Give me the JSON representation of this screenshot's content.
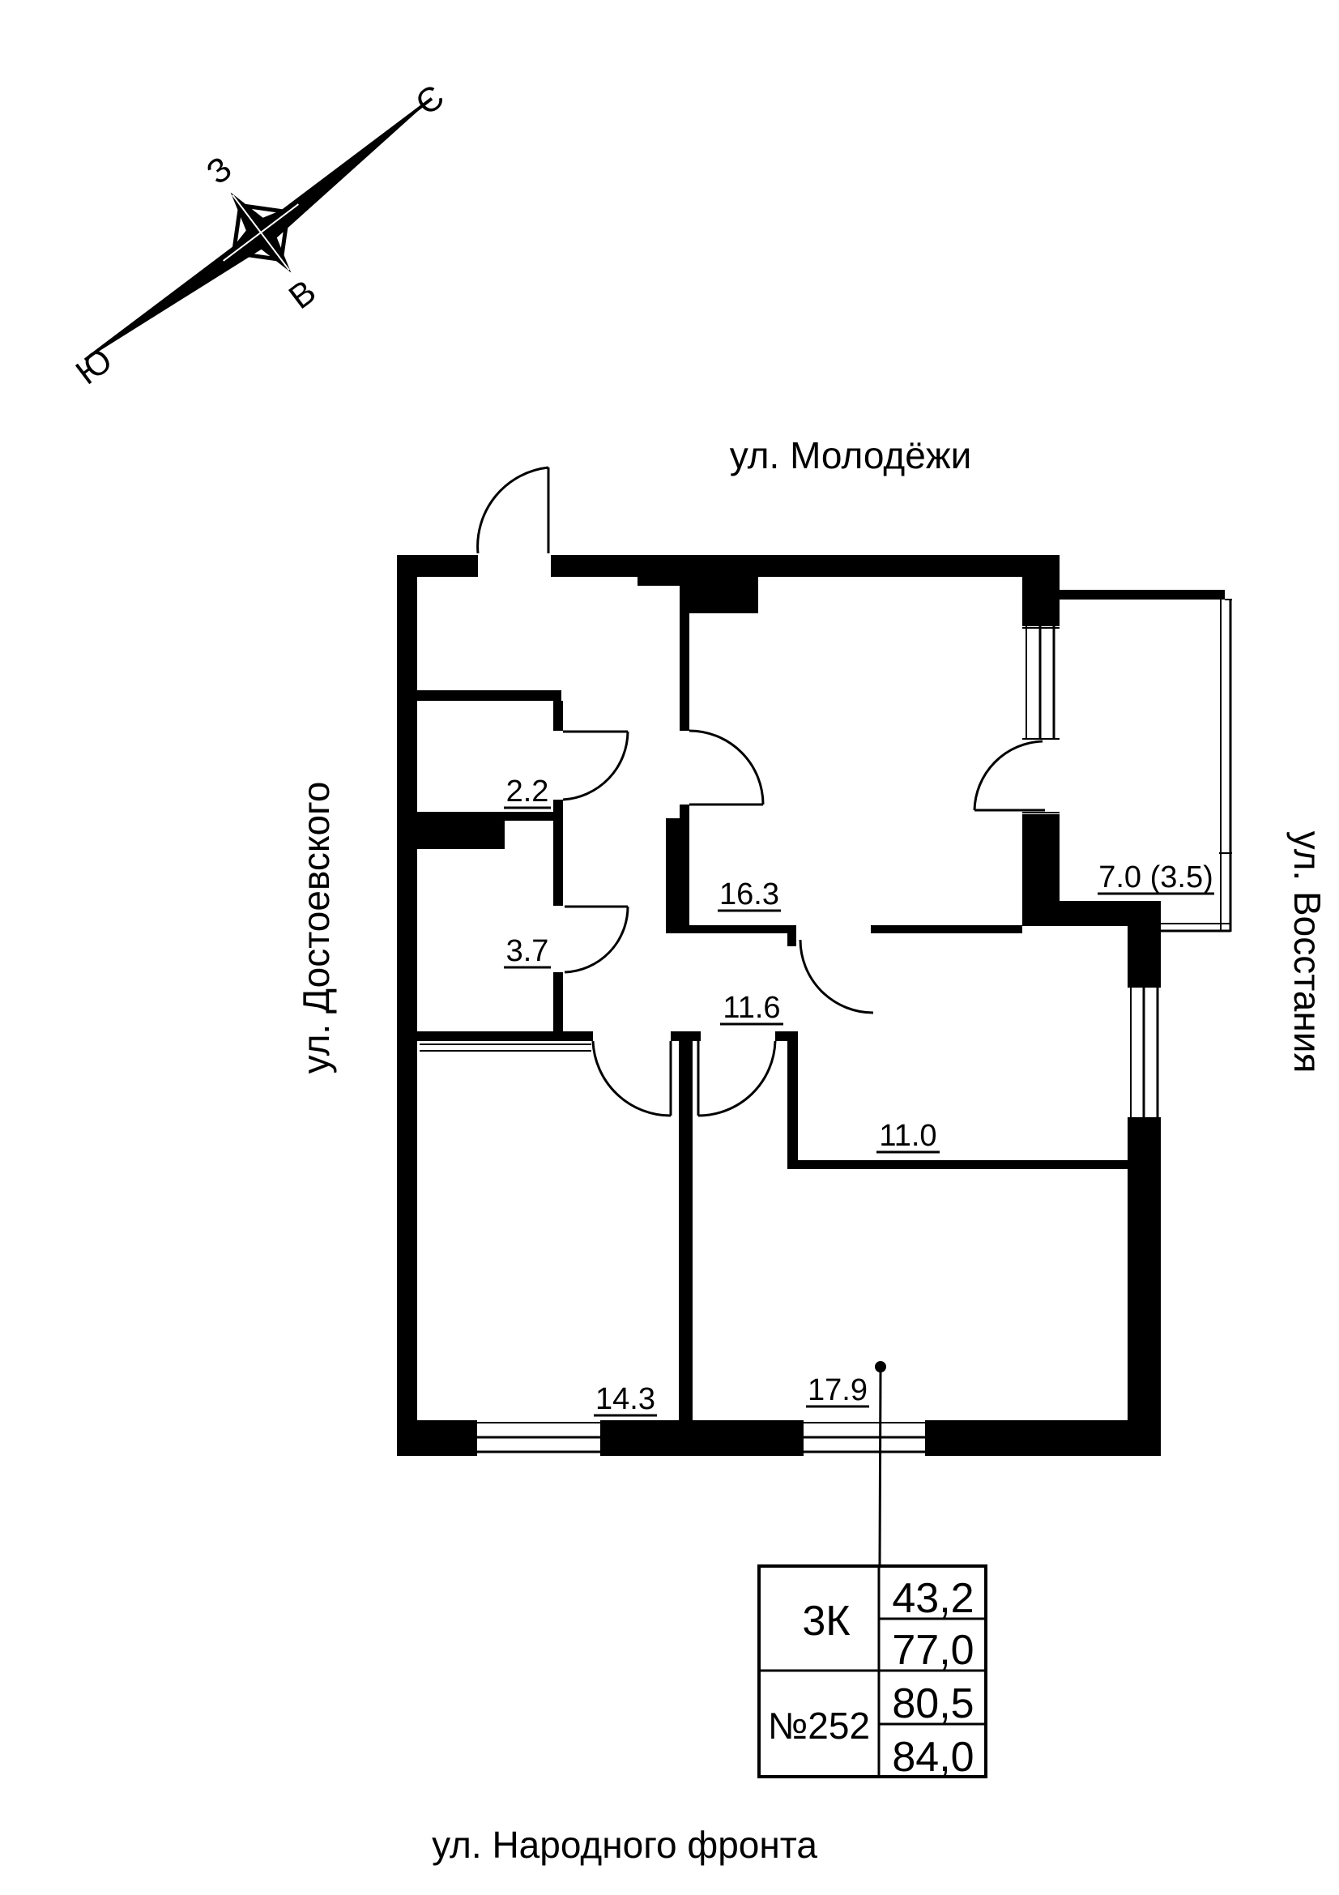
{
  "compass": {
    "north": "С",
    "south": "Ю",
    "west": "З",
    "east": "В"
  },
  "streets": {
    "top": "ул. Молодёжи",
    "left": "ул. Достоевского",
    "right": "ул. Восстания",
    "bottom": "ул. Народного фронта"
  },
  "rooms": {
    "closet": "2.2",
    "bath": "3.7",
    "kitchen_living": "16.3",
    "hall": "11.6",
    "bedroom2": "11.0",
    "bedroom1": "14.3",
    "living": "17.9",
    "balcony": "7.0 (3.5)"
  },
  "info_table": {
    "rooms_label": "3К",
    "unit_label": "№252",
    "living_area": "43,2",
    "area_no_balcony": "77,0",
    "area_half_balcony": "80,5",
    "area_total": "84,0"
  },
  "colors": {
    "ink": "#000000",
    "paper": "#ffffff"
  }
}
